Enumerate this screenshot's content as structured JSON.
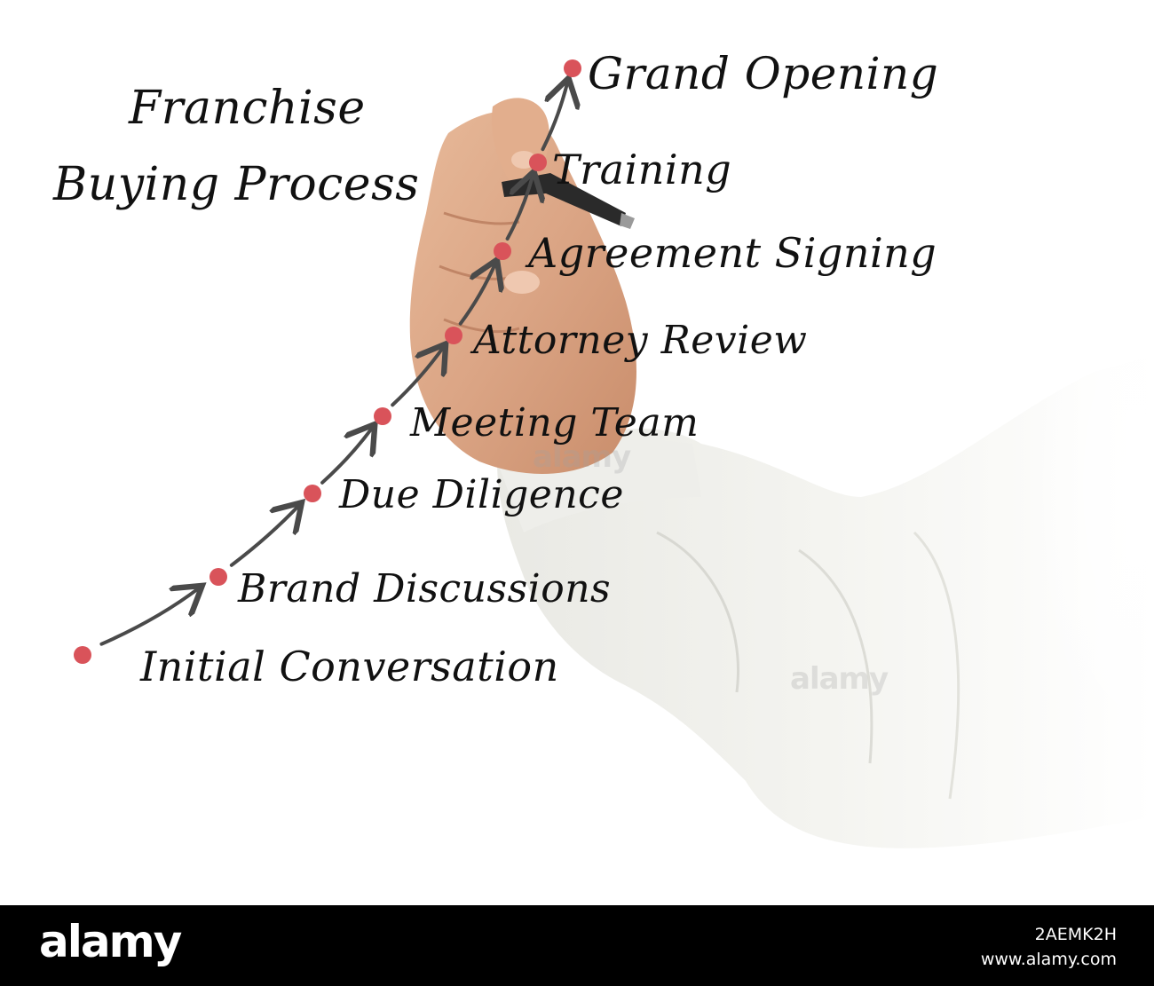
{
  "diagram": {
    "title_lines": [
      "Franchise",
      "Buying Process"
    ],
    "steps": [
      {
        "label": "Initial Conversation"
      },
      {
        "label": "Brand Discussions"
      },
      {
        "label": "Due Diligence"
      },
      {
        "label": "Meeting Team"
      },
      {
        "label": "Attorney Review"
      },
      {
        "label": "Agreement Signing"
      },
      {
        "label": "Training"
      },
      {
        "label": "Grand Opening"
      }
    ],
    "colors": {
      "dot": "#d9535a",
      "arrow": "#4a4a4a",
      "text": "#111111"
    }
  },
  "watermark": {
    "text": "alamy"
  },
  "footer": {
    "logo": "alamy",
    "image_id": "2AEMK2H",
    "url": "www.alamy.com"
  }
}
